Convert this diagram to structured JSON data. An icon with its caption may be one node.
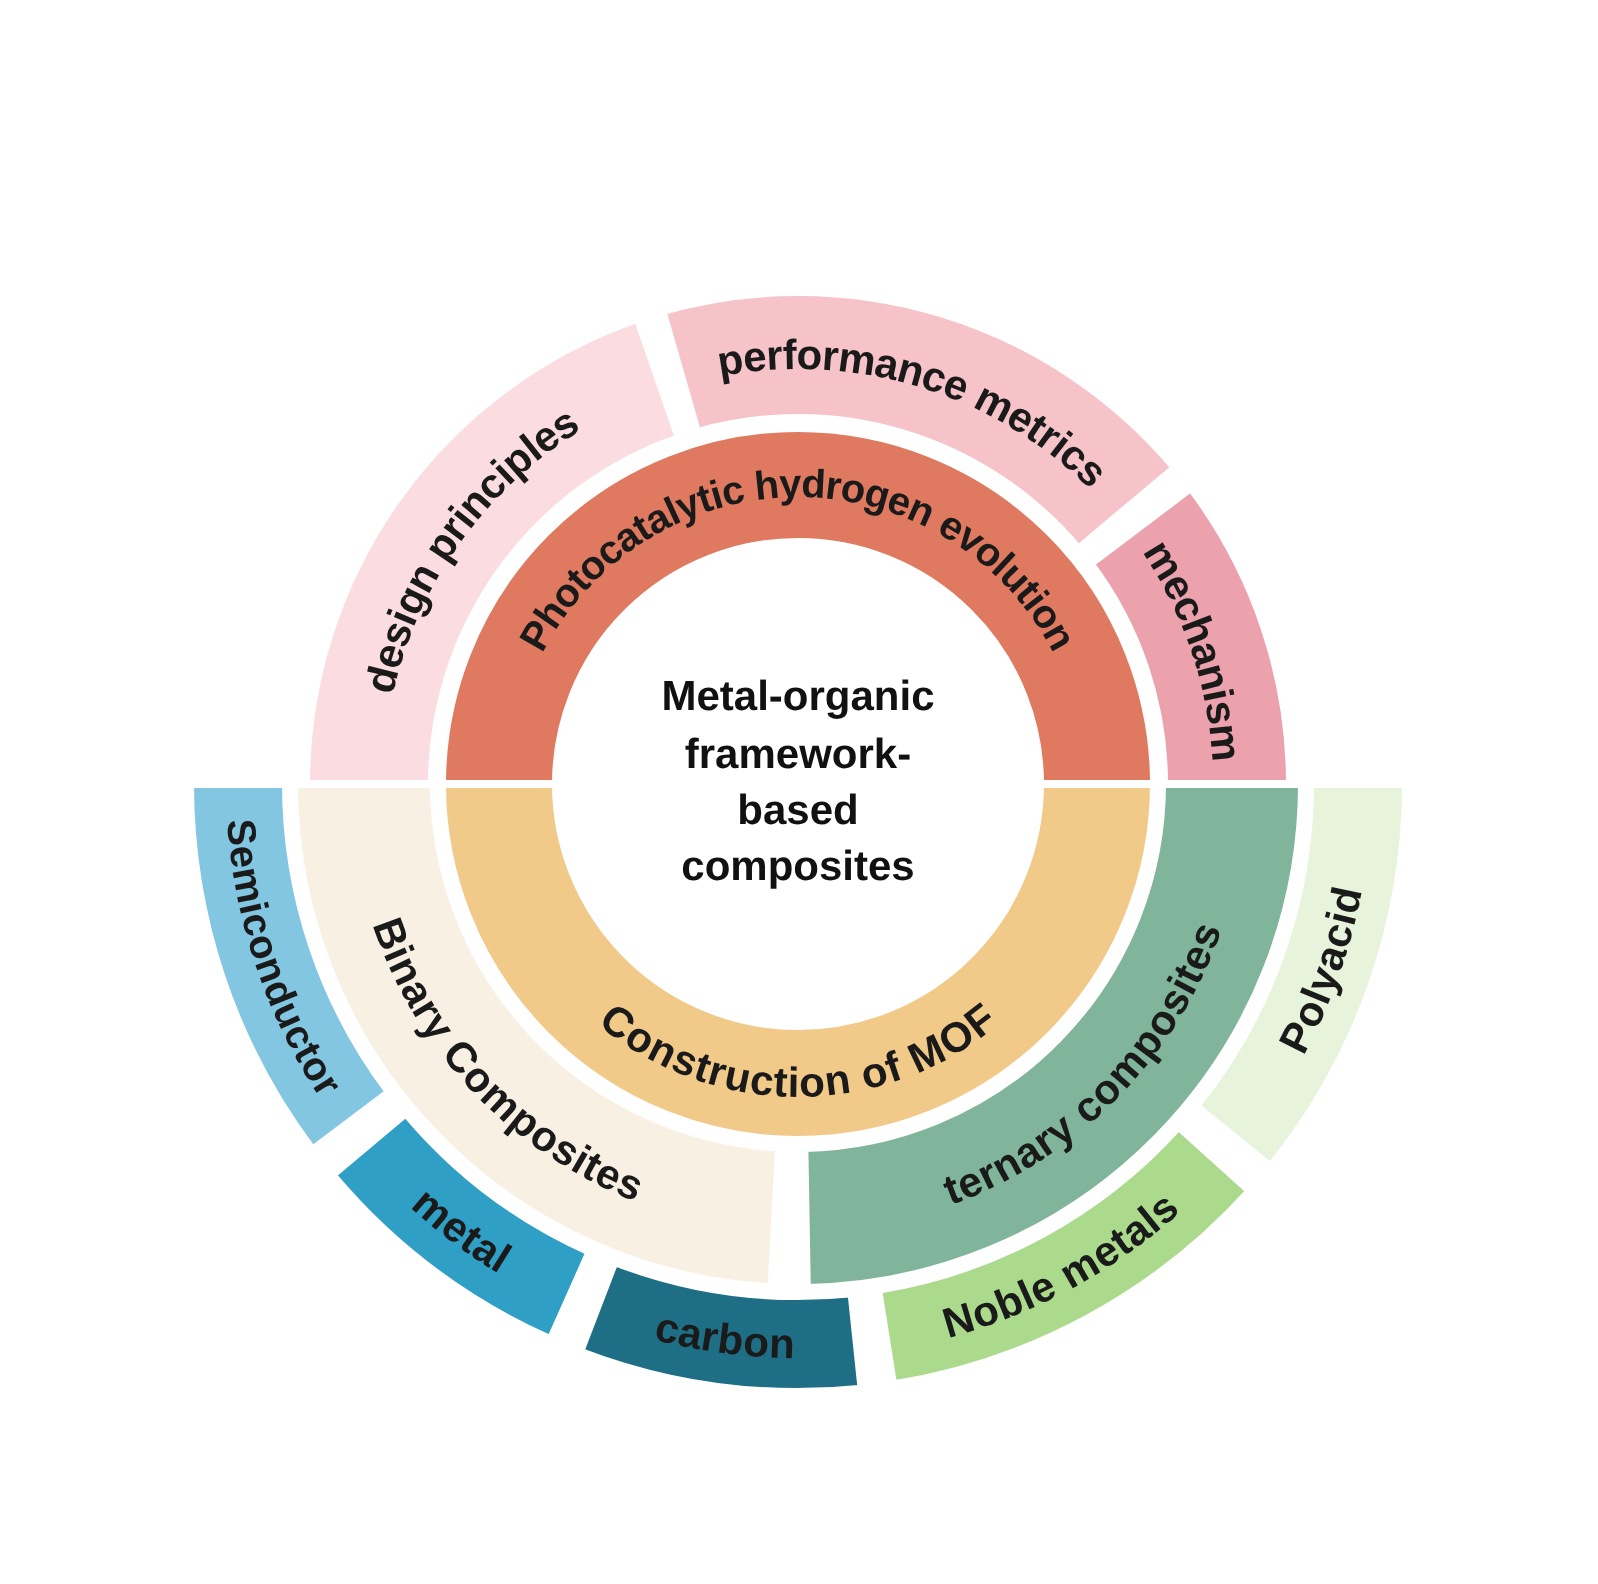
{
  "diagram": {
    "nodes": [
      {
        "text": [
          "Metal-organic framework-based composites"
        ]
      },
      {
        "text": [
          "Photocatalytic hydrogen evolution"
        ]
      },
      {
        "text": [
          "design principles"
        ]
      },
      {
        "text": [
          "performance metrics"
        ]
      },
      {
        "text": [
          "mechanism"
        ]
      },
      {
        "text": [
          "Construction of MOF"
        ]
      },
      {
        "text": [
          "Binary Composites"
        ]
      },
      {
        "text": [
          "ternary composites"
        ]
      },
      {
        "text": [
          "Semiconductor"
        ]
      },
      {
        "text": [
          "metal"
        ]
      },
      {
        "text": [
          "carbon"
        ]
      },
      {
        "text": [
          "Polyacid"
        ]
      },
      {
        "text": [
          "Noble metals"
        ]
      }
    ]
  }
}
